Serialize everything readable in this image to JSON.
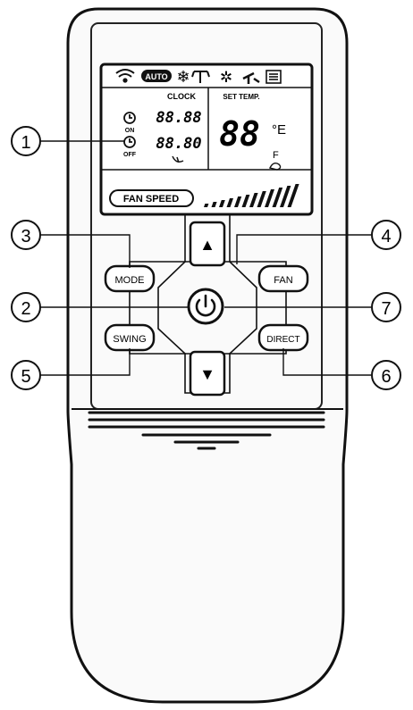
{
  "lcd": {
    "auto_badge": "AUTO",
    "clock_label": "CLOCK",
    "on_label": "ON",
    "off_label": "OFF",
    "clock_on_value": "88.88",
    "clock_off_value": "88.80",
    "set_temp_label": "SET TEMP.",
    "temp_digits": "88",
    "temp_unit": "°E",
    "temp_sub": "F",
    "fan_speed_label": "FAN SPEED"
  },
  "buttons": {
    "mode": "MODE",
    "fan": "FAN",
    "swing": "SWING",
    "direct": "DIRECT",
    "up": "▲",
    "down": "▼"
  },
  "callouts": [
    "1",
    "2",
    "3",
    "4",
    "5",
    "6",
    "7"
  ],
  "icons": [
    "wifi-icon",
    "snowflake-icon",
    "tshirt-icon",
    "sun-icon",
    "fan-icon",
    "swing-lines-icon",
    "power-icon",
    "clock-icon",
    "person-icon"
  ]
}
